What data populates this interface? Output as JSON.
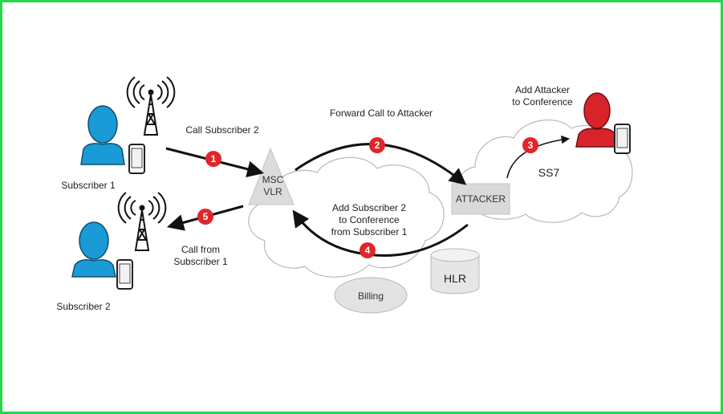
{
  "diagram": {
    "nodes": {
      "subscriber1": "Subscriber 1",
      "subscriber2": "Subscriber 2",
      "msc_line1": "MSC",
      "msc_line2": "VLR",
      "attacker": "ATTACKER",
      "ss7": "SS7",
      "hlr": "HLR",
      "billing": "Billing"
    },
    "steps": [
      {
        "number": "1",
        "label_lines": [
          "Call Subscriber 2"
        ]
      },
      {
        "number": "2",
        "label_lines": [
          "Forward Call to Attacker"
        ]
      },
      {
        "number": "3",
        "label_lines": [
          "Add Attacker",
          "to Conference"
        ]
      },
      {
        "number": "4",
        "label_lines": [
          "Add Subscriber 2",
          "to Conference",
          "from Subscriber 1"
        ]
      },
      {
        "number": "5",
        "label_lines": [
          "Call from",
          "Subscriber 1"
        ]
      }
    ],
    "colors": {
      "subscriber": "#1a9bd7",
      "attacker": "#d8232a",
      "step_badge": "#e0262b",
      "frame": "#27d64a",
      "cloud_stroke": "#b9b9b9",
      "box_fill": "#d9d9d9"
    }
  }
}
